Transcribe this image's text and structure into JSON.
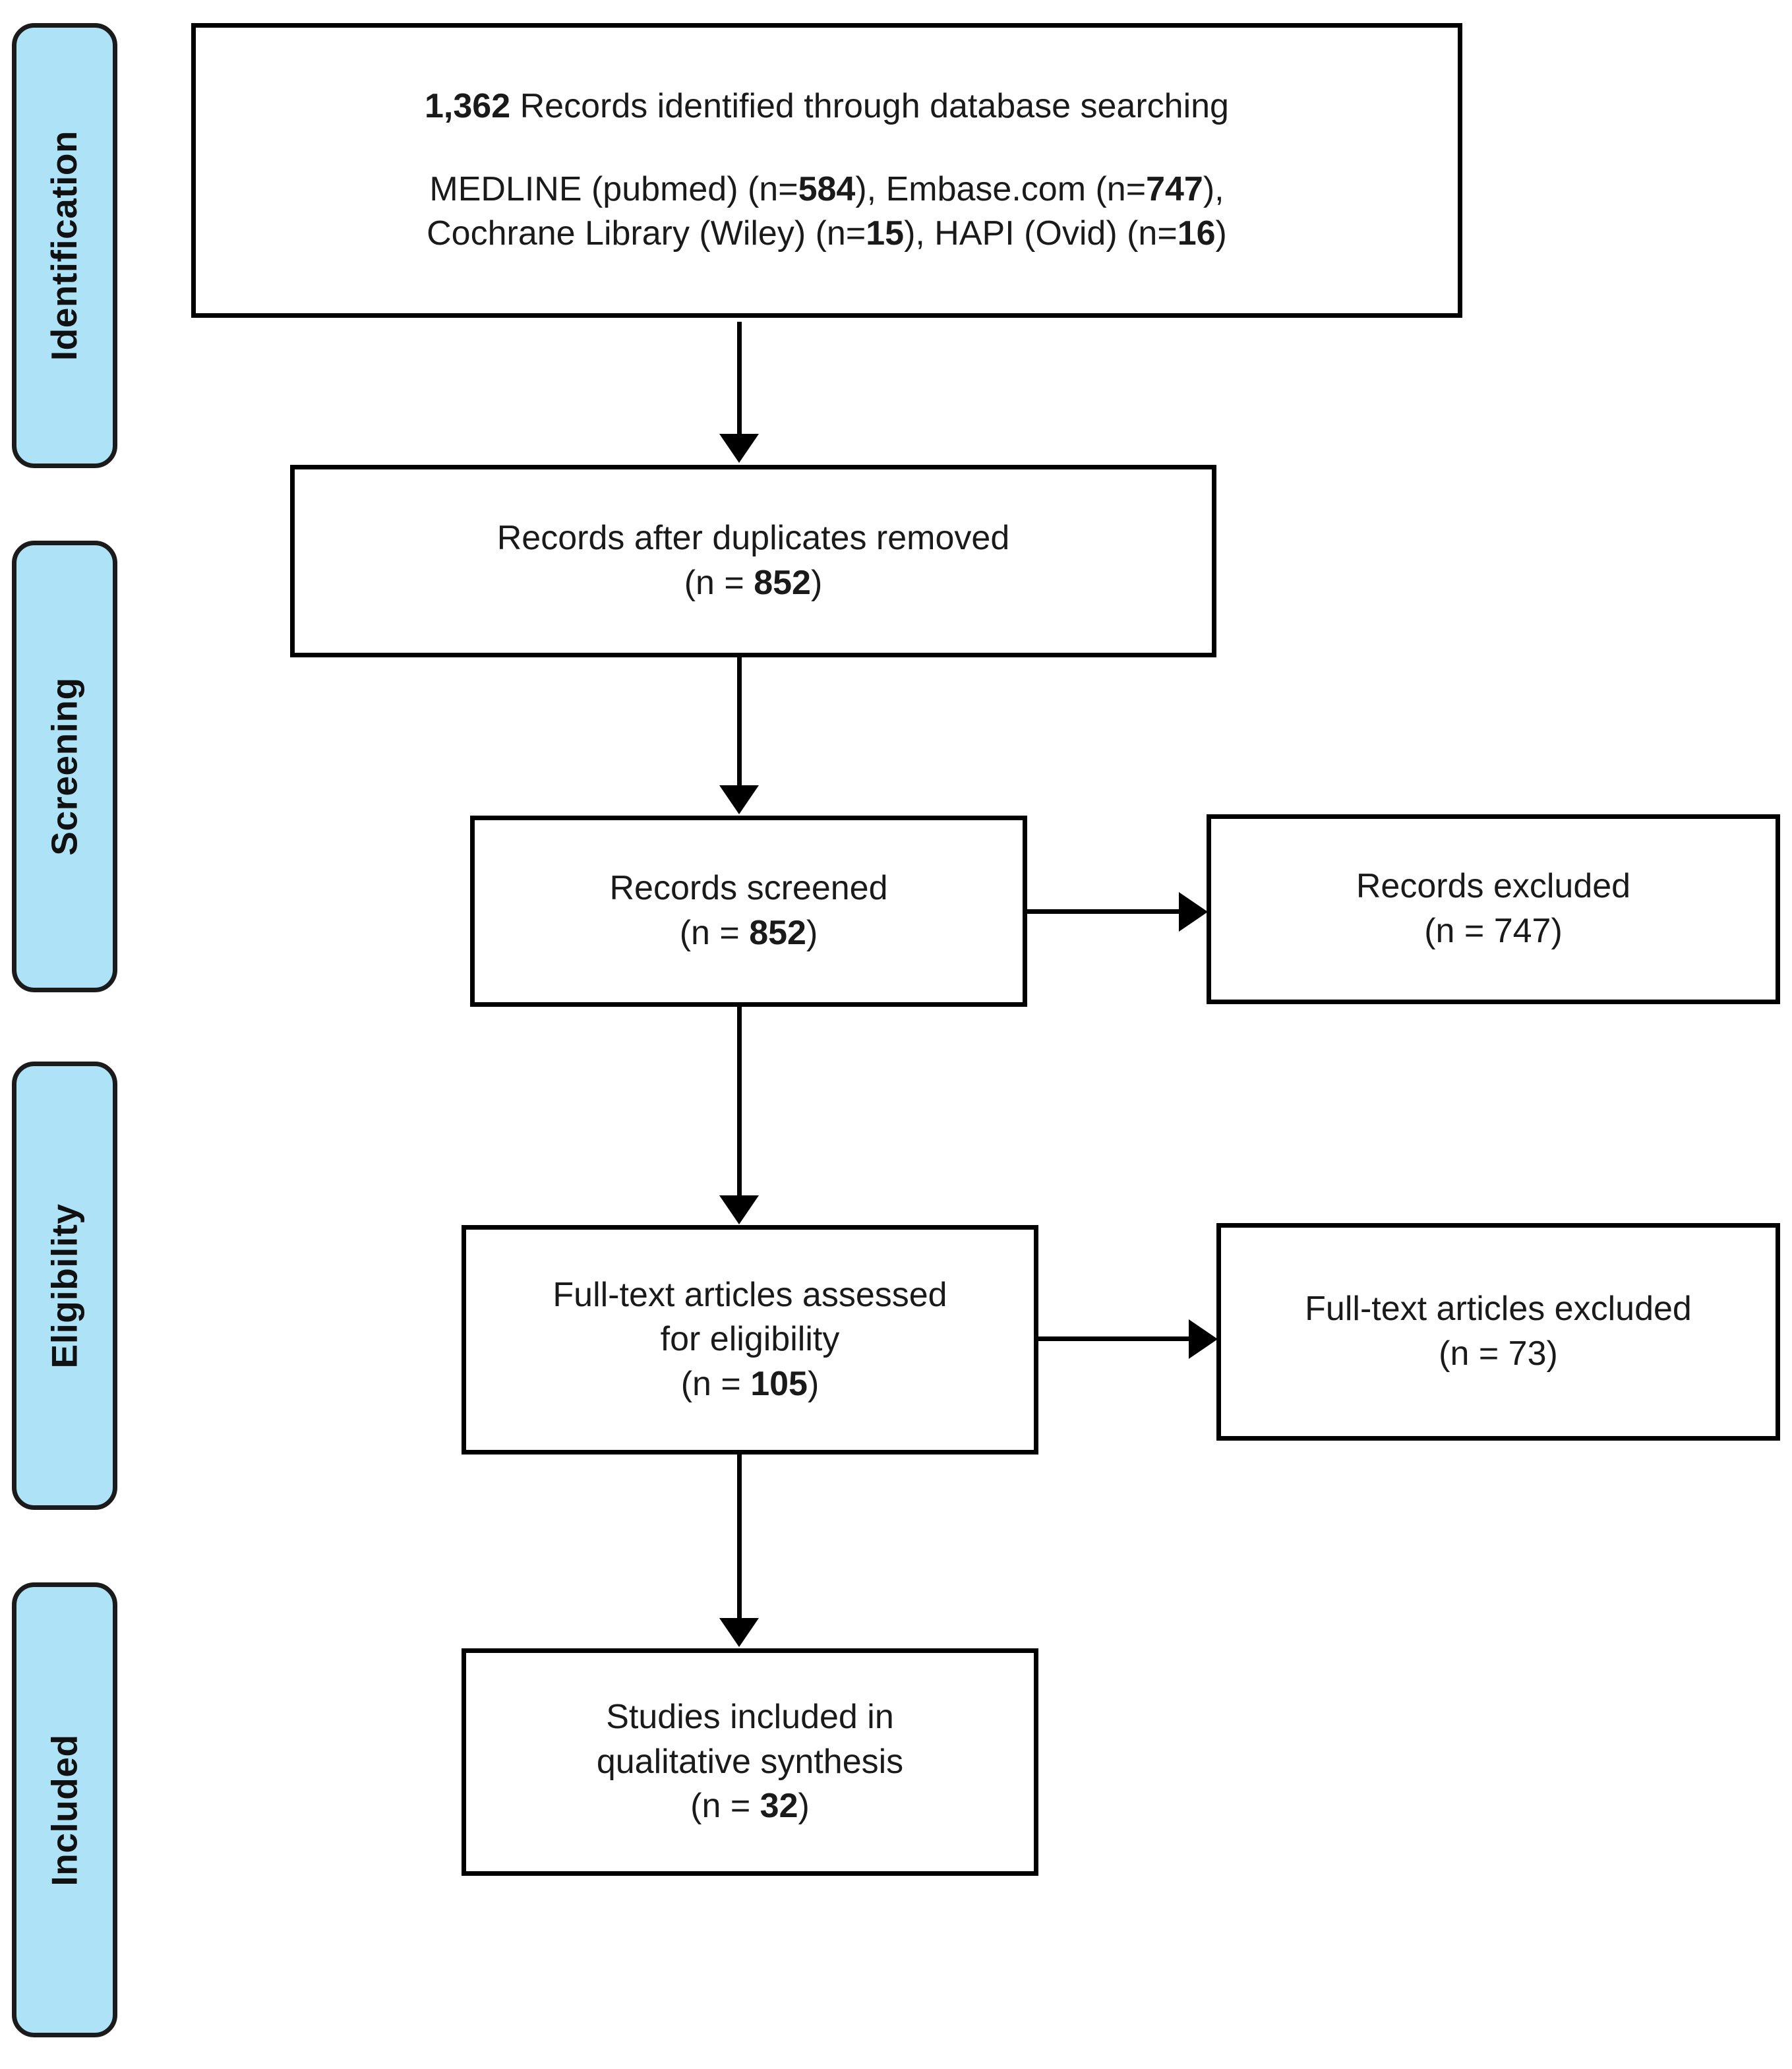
{
  "diagram": {
    "title": "PRISMA flow diagram",
    "accent_color": "#ADE2F7",
    "border_color": "#000000",
    "background_color": "#FFFFFF"
  },
  "stages": [
    {
      "label": "Identification"
    },
    {
      "label": "Screening"
    },
    {
      "label": "Eligibility"
    },
    {
      "label": "Included"
    }
  ],
  "boxes": {
    "identified": {
      "line1_count": "1,362",
      "line1_text": " Records identified through database searching",
      "line2_a": "MEDLINE (pubmed) (n=",
      "line2_a_num": "584",
      "line2_b": "), Embase.com (n=",
      "line2_b_num": "747",
      "line2_c": "),",
      "line3_a": "Cochrane Library (Wiley) (n=",
      "line3_a_num": "15",
      "line3_b": "), HAPI (Ovid) (n=",
      "line3_b_num": "16",
      "line3_c": ")"
    },
    "duplicates_removed": {
      "line1": "Records after duplicates removed",
      "line2_pre": "(n = ",
      "line2_num": "852",
      "line2_post": ")"
    },
    "records_screened": {
      "line1": "Records screened",
      "line2_pre": "(n = ",
      "line2_num": "852",
      "line2_post": ")"
    },
    "records_excluded": {
      "line1": "Records excluded",
      "line2": "(n = 747)"
    },
    "fulltext_assessed": {
      "line1": "Full-text articles assessed",
      "line2": "for eligibility",
      "line3_pre": "(n = ",
      "line3_num": "105",
      "line3_post": ")"
    },
    "fulltext_excluded": {
      "line1": "Full-text articles excluded",
      "line2": "(n = 73)"
    },
    "studies_included": {
      "line1": "Studies included in",
      "line2": "qualitative synthesis",
      "line3_pre": "(n = ",
      "line3_num": "32",
      "line3_post": ")"
    }
  }
}
